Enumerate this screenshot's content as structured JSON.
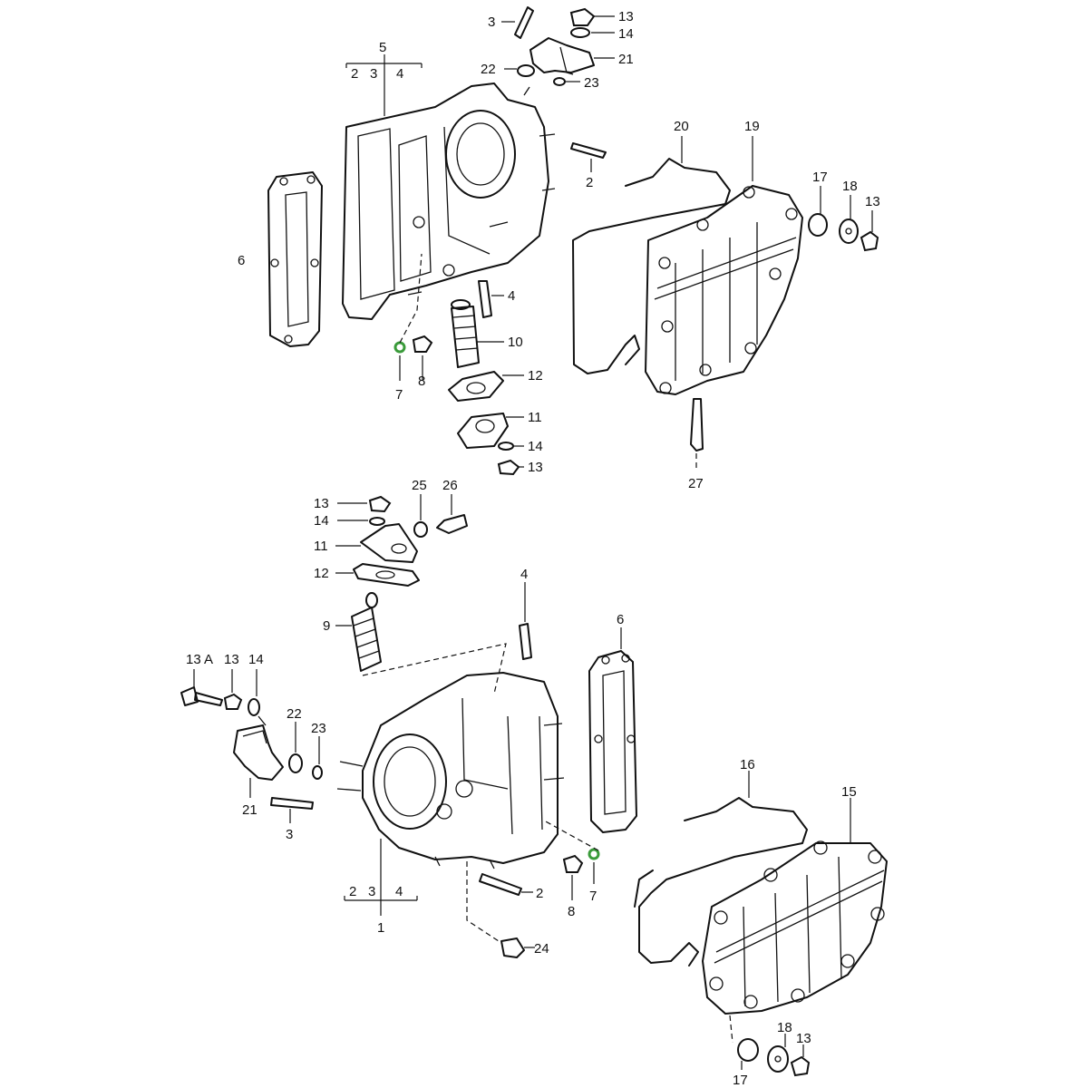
{
  "labels": {
    "n1": "1",
    "n2": "2",
    "n3": "3",
    "n4": "4",
    "n5": "5",
    "n6": "6",
    "n7": "7",
    "n8": "8",
    "n9": "9",
    "n10": "10",
    "n11": "11",
    "n12": "12",
    "n13": "13",
    "n13A": "13 A",
    "n14": "14",
    "n15": "15",
    "n16": "16",
    "n17": "17",
    "n18": "18",
    "n19": "19",
    "n20": "20",
    "n21": "21",
    "n22": "22",
    "n23": "23",
    "n24": "24",
    "n25": "25",
    "n26": "26",
    "n27": "27"
  },
  "highlight_color": "#3a9b3a"
}
